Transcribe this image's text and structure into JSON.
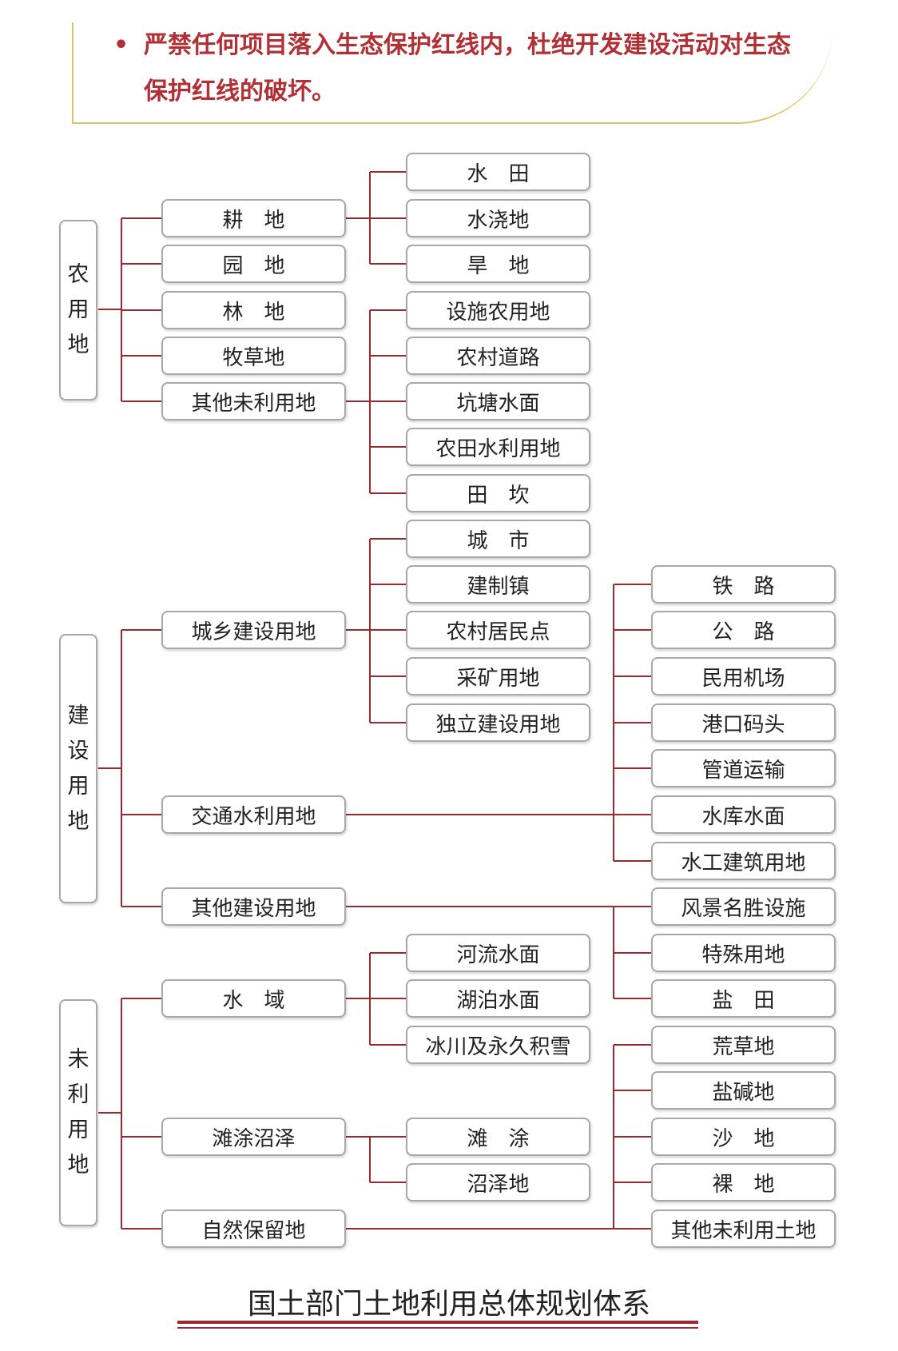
{
  "banner": {
    "bullet": "•",
    "text": "严禁任何项目落入生态保护红线内，杜绝开发建设活动对生态保护红线的破坏。"
  },
  "categories": {
    "agri": "农用地",
    "build": "建设用地",
    "unused": "未利用地"
  },
  "level2": {
    "gengdi": "耕　地",
    "yuandi": "园　地",
    "lindi": "林　地",
    "mucaodi": "牧草地",
    "qitaweiliyongdi": "其他未利用地",
    "chengxiang": "城乡建设用地",
    "jiaotong": "交通水利用地",
    "qitajianshe": "其他建设用地",
    "shuiyu": "水　域",
    "tantu_zhaoze": "滩涂沼泽",
    "ziran": "自然保留地"
  },
  "level3": {
    "shuitian": "水　田",
    "shuijiaodi": "水浇地",
    "handi": "旱　地",
    "sheshi": "设施农用地",
    "daolu": "农村道路",
    "kengtang": "坑塘水面",
    "nongtian": "农田水利用地",
    "tiankan": "田　坎",
    "chengshi": "城　市",
    "jianzhizhen": "建制镇",
    "juminidan": "农村居民点",
    "caikuang": "采矿用地",
    "duli": "独立建设用地",
    "heliu": "河流水面",
    "hubo": "湖泊水面",
    "bingchuan": "冰川及永久积雪",
    "tantu": "滩　涂",
    "zhaozedi": "沼泽地"
  },
  "level4": {
    "tielu": "铁　路",
    "gonglu": "公　路",
    "jichang": "民用机场",
    "gangkou": "港口码头",
    "guandao": "管道运输",
    "shuiku": "水库水面",
    "shuigong": "水工建筑用地",
    "fengjing": "风景名胜设施",
    "teshu": "特殊用地",
    "yantian": "盐　田",
    "huangcao": "荒草地",
    "yanjian": "盐碱地",
    "shadi": "沙　地",
    "luodi": "裸　地",
    "qitaweili": "其他未利用土地"
  },
  "footer": {
    "title": "国土部门土地利用总体规划体系"
  },
  "colors": {
    "connector": "#9b2a2f",
    "banner_text": "#b03036",
    "banner_border": "#d8c46a",
    "box_border": "#a8a8a8"
  }
}
